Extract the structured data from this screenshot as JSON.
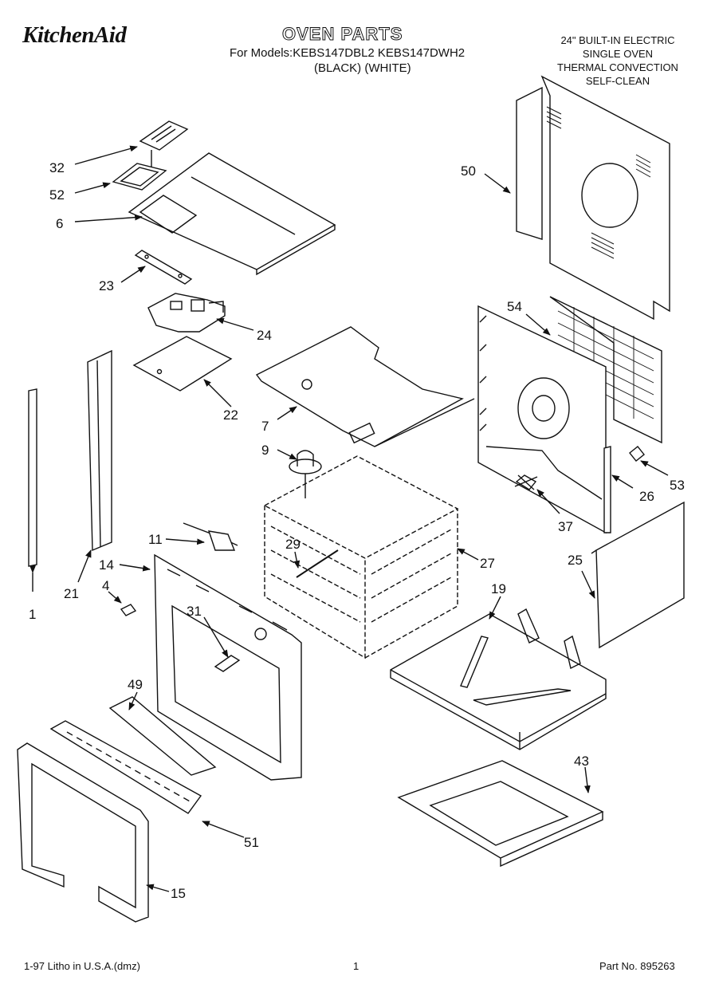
{
  "header": {
    "brand": "KitchenAid",
    "title": "OVEN PARTS",
    "models_line": "For Models:KEBS147DBL2 KEBS147DWH2",
    "colors_line": "(BLACK)    (WHITE)",
    "spec_lines": [
      "24\" BUILT-IN ELECTRIC",
      "SINGLE OVEN",
      "THERMAL CONVECTION",
      "SELF-CLEAN"
    ]
  },
  "footer": {
    "left": "1-97 Litho in U.S.A.(dmz)",
    "page": "1",
    "part_no": "Part No. 895263"
  },
  "callouts": [
    "32",
    "52",
    "6",
    "23",
    "24",
    "22",
    "7",
    "9",
    "50",
    "54",
    "53",
    "26",
    "37",
    "27",
    "25",
    "19",
    "43",
    "11",
    "29",
    "14",
    "4",
    "21",
    "1",
    "31",
    "49",
    "51",
    "15"
  ]
}
